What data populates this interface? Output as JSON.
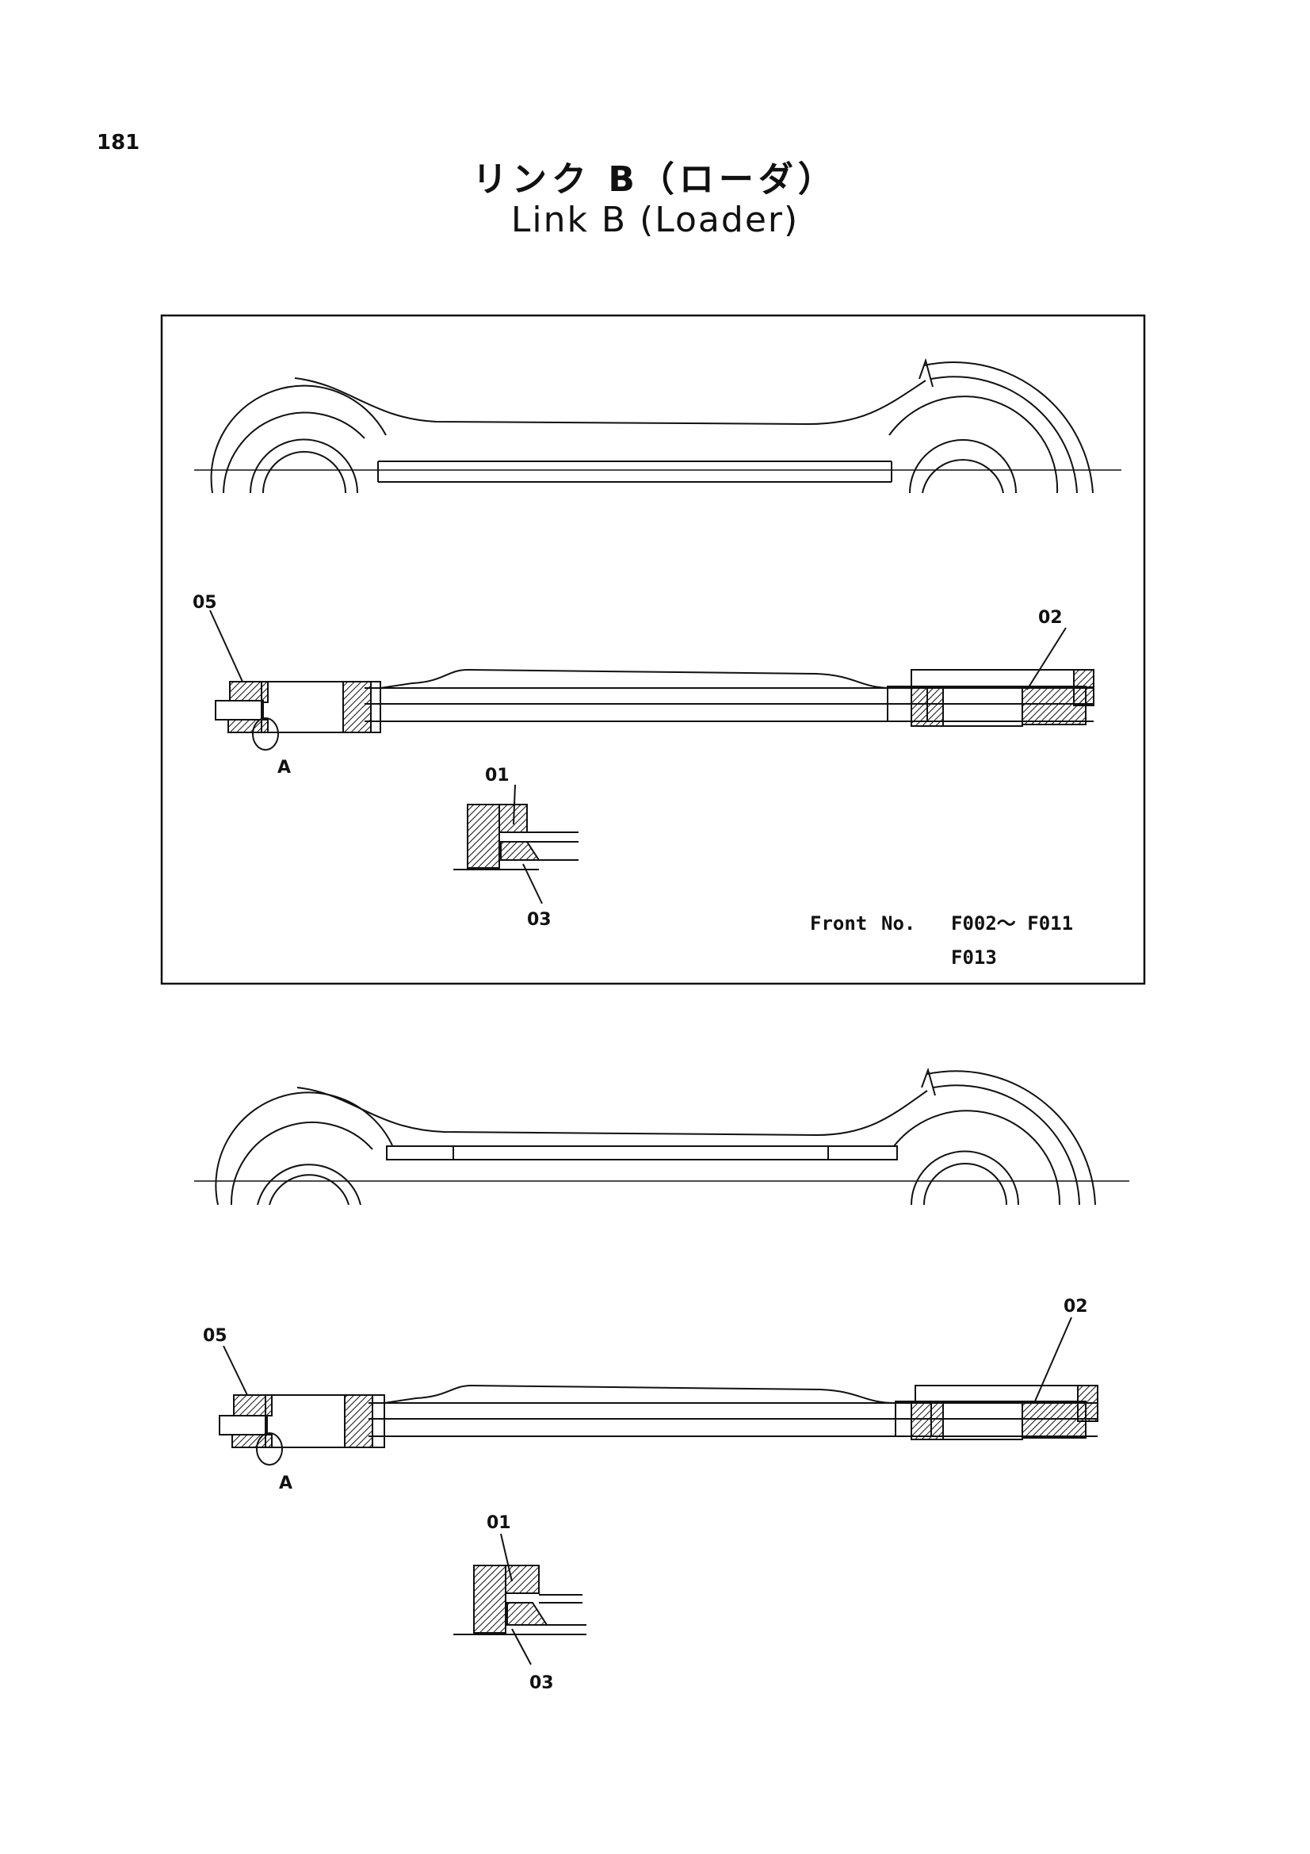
{
  "page": {
    "number": "181",
    "title_jp": "リンク B（ローダ）",
    "title_en": "Link B (Loader)"
  },
  "upper_view": {
    "callouts": {
      "c05": "05",
      "c02": "02",
      "cA": "A",
      "c01": "01",
      "c03": "03"
    },
    "note_front": "Front",
    "note_no": "No.",
    "note_range": "F002～ F011",
    "note_extra": "F013"
  },
  "lower_view": {
    "callouts": {
      "c05": "05",
      "c02": "02",
      "cA": "A",
      "c01": "01",
      "c03": "03"
    }
  }
}
